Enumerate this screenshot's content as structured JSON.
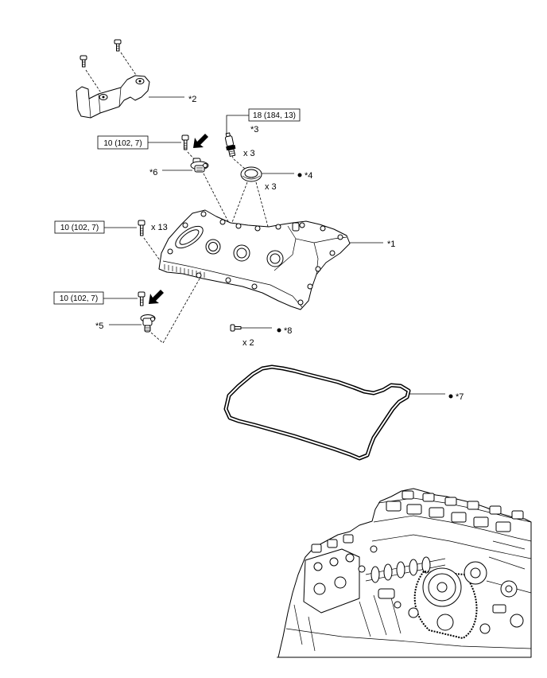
{
  "callouts": {
    "item_1": "*1",
    "item_2": "*2",
    "item_3": "*3",
    "item_4": "*4",
    "item_5": "*5",
    "item_6": "*6",
    "item_7": "*7",
    "item_8": "*8"
  },
  "torque_specs": {
    "item_3": "18 (184, 13)",
    "item_6_bolt": "10 (102, 7)",
    "cover_bolts": "10 (102, 7)",
    "item_5_bolt": "10 (102, 7)"
  },
  "quantities": {
    "item_3": "x 3",
    "item_4": "x 3",
    "cover_bolts": "x 13",
    "item_8": "x 2"
  },
  "icons": {
    "marker": "filled-dot-icon",
    "direction": "black-arrow-icon"
  },
  "colors": {
    "line": "#000000",
    "background": "#ffffff"
  }
}
